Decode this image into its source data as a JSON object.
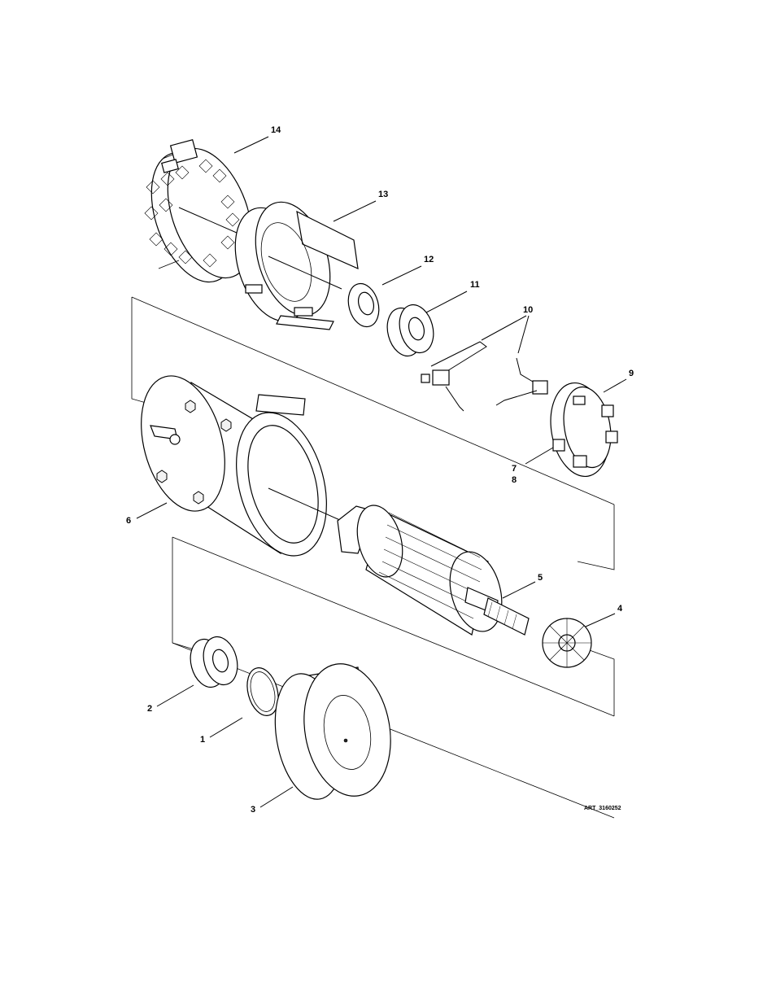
{
  "art_number": "ART_3160252",
  "callouts": {
    "c1": "1",
    "c2": "2",
    "c3": "3",
    "c4": "4",
    "c5": "5",
    "c6": "6",
    "c7": "7",
    "c8": "8",
    "c9": "9",
    "c10": "10",
    "c11": "11",
    "c12": "12",
    "c13": "13",
    "c14": "14"
  }
}
